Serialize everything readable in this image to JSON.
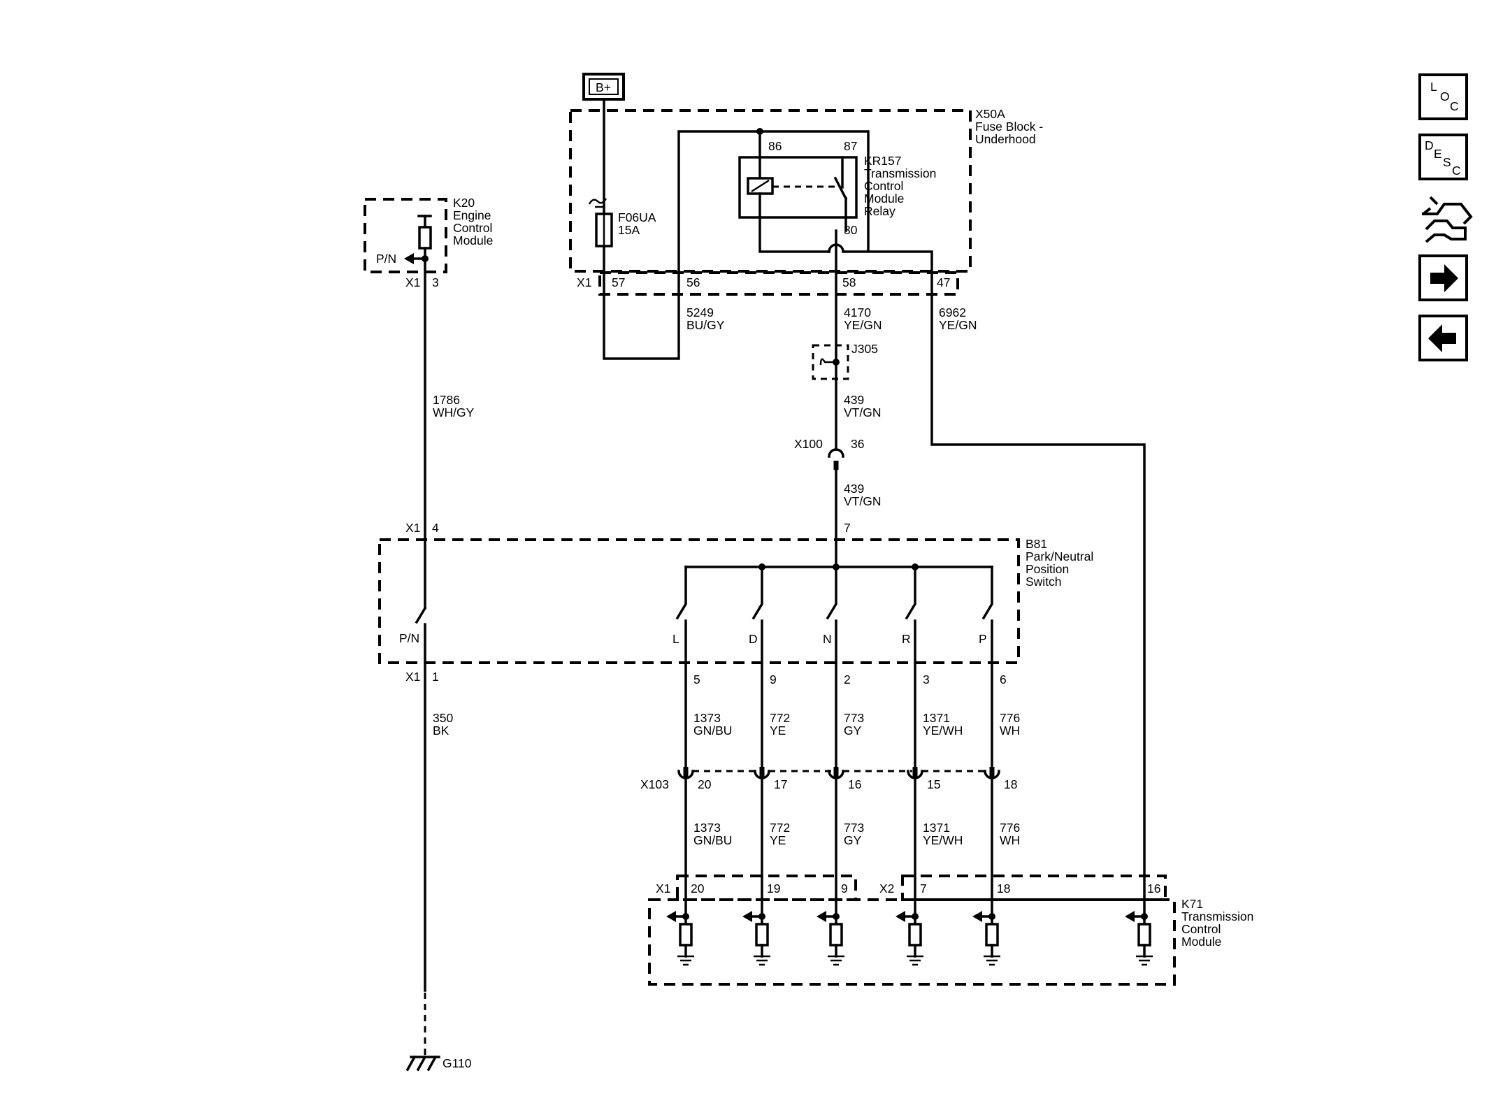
{
  "power": {
    "label": "B+"
  },
  "fuse_block": {
    "id": "X50A",
    "name_line1": "Fuse Block -",
    "name_line2": "Underhood",
    "connector": "X1"
  },
  "fuse": {
    "id": "F06UA",
    "rating": "15A"
  },
  "relay": {
    "id": "KR157",
    "line1": "Transmission",
    "line2": "Control",
    "line3": "Module",
    "line4": "Relay",
    "pin86": "86",
    "pin87": "87",
    "pin30": "30"
  },
  "fuse_block_pins": {
    "p57": "57",
    "p56": "56",
    "p58": "58",
    "p47": "47"
  },
  "wires": {
    "w5249_num": "5249",
    "w5249_color": "BU/GY",
    "w4170_num": "4170",
    "w4170_color": "YE/GN",
    "w6962_num": "6962",
    "w6962_color": "YE/GN",
    "w439a_num": "439",
    "w439a_color": "VT/GN",
    "w439b_num": "439",
    "w439b_color": "VT/GN",
    "w1786_num": "1786",
    "w1786_color": "WH/GY",
    "w350_num": "350",
    "w350_color": "BK"
  },
  "splice": {
    "id": "J305"
  },
  "inline_x100": {
    "id": "X100",
    "pin": "36"
  },
  "ecm": {
    "id": "K20",
    "line1": "Engine",
    "line2": "Control",
    "line3": "Module",
    "pn_label": "P/N",
    "connector": "X1",
    "pin": "3"
  },
  "switch": {
    "id": "B81",
    "line1": "Park/Neutral",
    "line2": "Position",
    "line3": "Switch",
    "conn_top": "X1",
    "pin_top": "4",
    "pin_in": "7",
    "conn_bottom": "X1",
    "pin_bottom": "1",
    "pn_label": "P/N",
    "positions": [
      {
        "label": "L",
        "pin": "5"
      },
      {
        "label": "D",
        "pin": "9"
      },
      {
        "label": "N",
        "pin": "2"
      },
      {
        "label": "R",
        "pin": "3"
      },
      {
        "label": "P",
        "pin": "6"
      }
    ]
  },
  "gear_wires": [
    {
      "num": "1373",
      "color": "GN/BU"
    },
    {
      "num": "772",
      "color": "YE"
    },
    {
      "num": "773",
      "color": "GY"
    },
    {
      "num": "1371",
      "color": "YE/WH"
    },
    {
      "num": "776",
      "color": "WH"
    }
  ],
  "x103": {
    "id": "X103",
    "pins": [
      "20",
      "17",
      "16",
      "15",
      "18"
    ]
  },
  "tcm": {
    "id": "K71",
    "line1": "Transmission",
    "line2": "Control",
    "line3": "Module",
    "conn1": "X1",
    "conn2": "X2",
    "pins": [
      "20",
      "19",
      "9",
      "7",
      "18",
      "16"
    ]
  },
  "ground": {
    "id": "G110"
  },
  "nav": {
    "loc": {
      "l": "L",
      "o": "O",
      "c": "C"
    },
    "desc": {
      "d": "D",
      "e": "E",
      "s": "S",
      "c": "C"
    }
  }
}
